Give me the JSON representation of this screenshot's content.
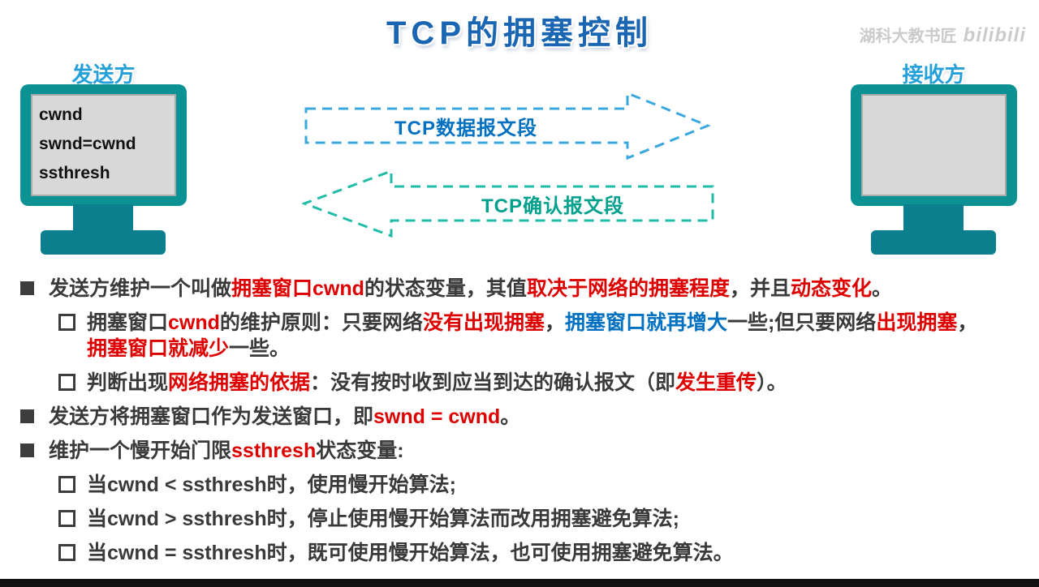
{
  "title": "TCP的拥塞控制",
  "watermark": {
    "name": "湖科大教书匠",
    "logo": "bilibili"
  },
  "diagram": {
    "sender_label": "发送方",
    "receiver_label": "接收方",
    "sender_screen_lines": [
      "cwnd",
      "swnd=cwnd",
      "ssthresh"
    ],
    "data_arrow_label": "TCP数据报文段",
    "ack_arrow_label": "TCP确认报文段"
  },
  "colors": {
    "title_blue": "#1A66B3",
    "endpoint_blue": "#25A0D8",
    "monitor_teal": "#0C9292",
    "stand_teal": "#0C7F8F",
    "screen_gray": "#D8D8D8",
    "screen_border": "#A9A9A9",
    "data_arrow": "#3AA8DE",
    "data_label": "#0070C0",
    "ack_arrow": "#21BCA8",
    "ack_label": "#00A08C",
    "text_dark": "#3A3A3A",
    "text_red": "#DE0000",
    "text_blue": "#0070C0",
    "watermark_gray": "#C6C6C6",
    "bottom_bar": "#111111"
  },
  "bullets": [
    {
      "level": 1,
      "segments": [
        {
          "t": "发送方维护一个叫做",
          "c": "dark"
        },
        {
          "t": "拥塞窗口cwnd",
          "c": "red"
        },
        {
          "t": "的状态变量，其值",
          "c": "dark"
        },
        {
          "t": "取决于网络的拥塞程度",
          "c": "red"
        },
        {
          "t": "，并且",
          "c": "dark"
        },
        {
          "t": "动态变化",
          "c": "red"
        },
        {
          "t": "。",
          "c": "dark"
        }
      ]
    },
    {
      "level": 2,
      "segments": [
        {
          "t": "拥塞窗口",
          "c": "dark"
        },
        {
          "t": "cwnd",
          "c": "red"
        },
        {
          "t": "的维护原则：只要网络",
          "c": "dark"
        },
        {
          "t": "没有出现拥塞",
          "c": "red"
        },
        {
          "t": "，",
          "c": "dark"
        },
        {
          "t": "拥塞窗口就再增大",
          "c": "blue"
        },
        {
          "t": "一些;但只要网络",
          "c": "dark"
        },
        {
          "t": "出现拥塞",
          "c": "red"
        },
        {
          "t": "，",
          "c": "dark"
        },
        {
          "br": true
        },
        {
          "t": "拥塞窗口就减少",
          "c": "red"
        },
        {
          "t": "一些。",
          "c": "dark"
        }
      ]
    },
    {
      "level": 2,
      "segments": [
        {
          "t": "判断出现",
          "c": "dark"
        },
        {
          "t": "网络拥塞的依据",
          "c": "red"
        },
        {
          "t": "：没有按时收到应当到达的确认报文（即",
          "c": "dark"
        },
        {
          "t": "发生重传",
          "c": "red"
        },
        {
          "t": "）。",
          "c": "dark"
        }
      ]
    },
    {
      "level": 1,
      "segments": [
        {
          "t": "发送方将拥塞窗口作为发送窗口，即",
          "c": "dark"
        },
        {
          "t": "swnd = cwnd",
          "c": "red"
        },
        {
          "t": "。",
          "c": "dark"
        }
      ]
    },
    {
      "level": 1,
      "segments": [
        {
          "t": "维护一个慢开始门限",
          "c": "dark"
        },
        {
          "t": "ssthresh",
          "c": "red"
        },
        {
          "t": "状态变量:",
          "c": "dark"
        }
      ]
    },
    {
      "level": 2,
      "segments": [
        {
          "t": "当cwnd < ssthresh时，使用慢开始算法;",
          "c": "dark"
        }
      ]
    },
    {
      "level": 2,
      "segments": [
        {
          "t": "当cwnd > ssthresh时，停止使用慢开始算法而改用拥塞避免算法;",
          "c": "dark"
        }
      ]
    },
    {
      "level": 2,
      "segments": [
        {
          "t": "当cwnd = ssthresh时，既可使用慢开始算法，也可使用拥塞避免算法。",
          "c": "dark"
        }
      ]
    }
  ]
}
